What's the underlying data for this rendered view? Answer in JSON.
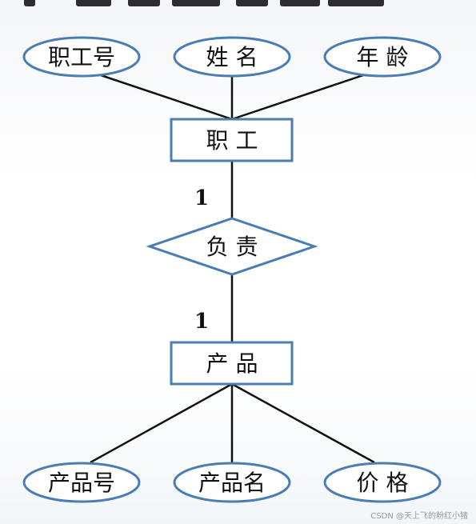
{
  "diagram": {
    "colors": {
      "shape_stroke": "#4a7db3",
      "shape_fill": "#ffffff",
      "line": "#111111",
      "text": "#111111"
    },
    "entities": {
      "employee": "职 工",
      "product": "产 品"
    },
    "relationship": "负 责",
    "attributes": {
      "employee_id": "职工号",
      "name": "姓 名",
      "age": "年 龄",
      "product_id": "产品号",
      "product_name": "产品名",
      "price": "价 格"
    },
    "cardinality": {
      "employee_side": "1",
      "product_side": "1"
    }
  },
  "watermark": "CSDN @天上飞的粉红小猪"
}
